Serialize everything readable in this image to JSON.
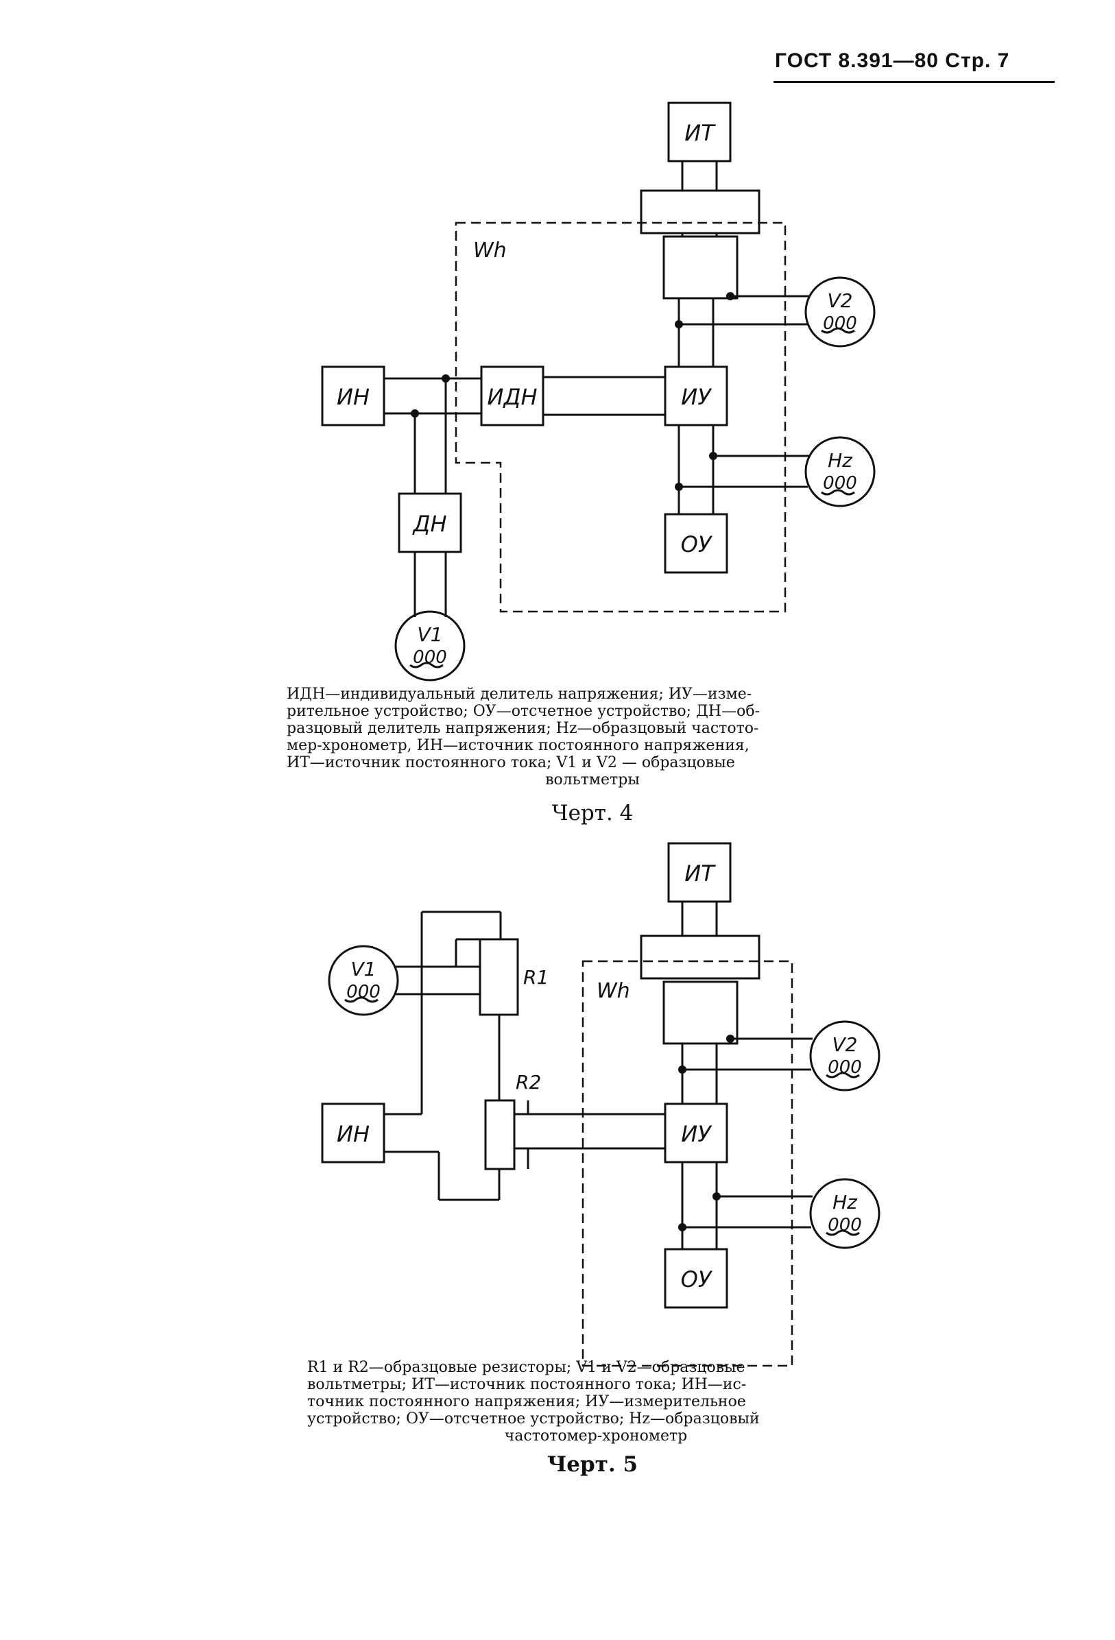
{
  "header": {
    "text": "ГОСТ 8.391—80  Стр. 7"
  },
  "fig4": {
    "blocks": {
      "it": "ИТ",
      "wh": "Wh",
      "in": "ИН",
      "idn": "ИДН",
      "iu": "ИУ",
      "dn": "ДН",
      "ou": "ОУ",
      "v1": "V1",
      "v2": "V2",
      "hz": "Hz",
      "meter": "000"
    },
    "caption": [
      "ИДН—индивидуальный делитель напряжения; ИУ—изме-",
      "рительное устройство; ОУ—отсчетное устройство; ДН—об-",
      "разцовый делитель напряжения; Hz—образцовый частото-",
      "мер-хронометр, ИН—источник постоянного напряжения,",
      "ИТ—источник постоянного тока; V1 и V2 — образцовые",
      "вольтметры"
    ],
    "title": "Черт. 4"
  },
  "fig5": {
    "blocks": {
      "it": "ИТ",
      "wh": "Wh",
      "in": "ИН",
      "iu": "ИУ",
      "ou": "ОУ",
      "v1": "V1",
      "v2": "V2",
      "hz": "Hz",
      "r1": "R1",
      "r2": "R2",
      "meter": "000"
    },
    "caption": [
      "R1 и R2—образцовые резисторы; V1 и V2—образцовые",
      "вольтметры; ИТ—источник постоянного тока; ИН—ис-",
      "точник постоянного напряжения; ИУ—измерительное",
      "устройство; ОУ—отсчетное устройство; Hz—образцовый",
      "частотомер-хронометр"
    ],
    "title": "Черт. 5"
  }
}
